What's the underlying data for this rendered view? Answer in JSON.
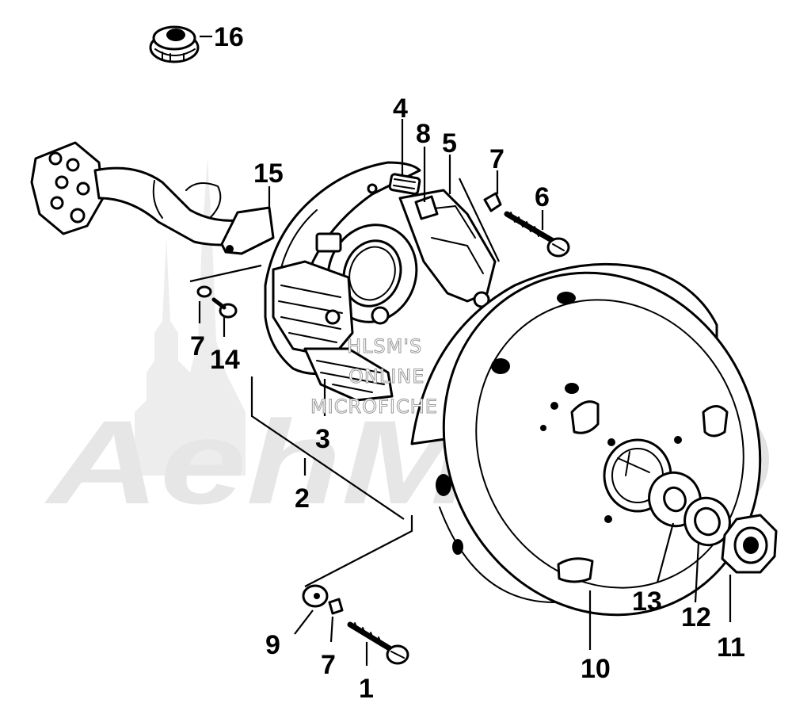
{
  "watermark": {
    "brand": "AehMoto",
    "line1": "HLSM'S",
    "line2": "ONLINE",
    "line3": "MICROFICHE"
  },
  "callouts": [
    {
      "id": "1",
      "label": "1"
    },
    {
      "id": "2",
      "label": "2"
    },
    {
      "id": "3",
      "label": "3"
    },
    {
      "id": "4",
      "label": "4"
    },
    {
      "id": "5",
      "label": "5"
    },
    {
      "id": "6",
      "label": "6"
    },
    {
      "id": "7a",
      "label": "7"
    },
    {
      "id": "7b",
      "label": "7"
    },
    {
      "id": "7c",
      "label": "7"
    },
    {
      "id": "8",
      "label": "8"
    },
    {
      "id": "9",
      "label": "9"
    },
    {
      "id": "10",
      "label": "10"
    },
    {
      "id": "11",
      "label": "11"
    },
    {
      "id": "12",
      "label": "12"
    },
    {
      "id": "13",
      "label": "13"
    },
    {
      "id": "14",
      "label": "14"
    },
    {
      "id": "15",
      "label": "15"
    },
    {
      "id": "16",
      "label": "16"
    }
  ]
}
